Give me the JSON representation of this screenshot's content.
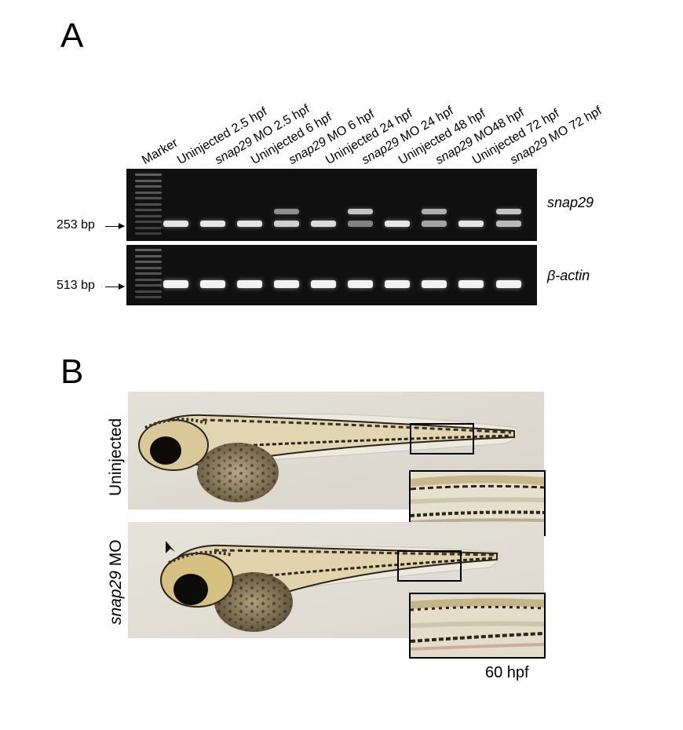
{
  "panel_a": {
    "letter": "A",
    "lanes": [
      {
        "prefix": "",
        "italic": "",
        "suffix": "Marker"
      },
      {
        "prefix": "Uninjected 2.5 hpf",
        "italic": "",
        "suffix": ""
      },
      {
        "prefix": "",
        "italic": "snap29",
        "suffix": " MO 2.5 hpf"
      },
      {
        "prefix": "Uninjected 6 hpf",
        "italic": "",
        "suffix": ""
      },
      {
        "prefix": "",
        "italic": "snap29",
        "suffix": " MO 6 hpf"
      },
      {
        "prefix": "Uninjected 24 hpf",
        "italic": "",
        "suffix": ""
      },
      {
        "prefix": "",
        "italic": "snap29",
        "suffix": " MO 24 hpf"
      },
      {
        "prefix": "Uninjected 48 hpf",
        "italic": "",
        "suffix": ""
      },
      {
        "prefix": "",
        "italic": "snap29",
        "suffix": " MO48 hpf"
      },
      {
        "prefix": "Uninjected 72 hpf",
        "italic": "",
        "suffix": ""
      },
      {
        "prefix": "",
        "italic": "snap29",
        "suffix": " MO 72 hpf"
      }
    ],
    "gel_top": {
      "gene": "snap29",
      "size_label": "253 bp"
    },
    "gel_bottom": {
      "gene": "β-actin",
      "size_label": "513 bp"
    }
  },
  "panel_b": {
    "letter": "B",
    "rows": [
      {
        "prefix": "Uninjected",
        "italic": "",
        "suffix": ""
      },
      {
        "prefix": "",
        "italic": "snap29",
        "suffix": " MO"
      }
    ],
    "timepoint": "60 hpf"
  },
  "colors": {
    "gel_bg": "#101010",
    "band": "#f2f2f2",
    "fish_bg": "#ddd9cf"
  }
}
